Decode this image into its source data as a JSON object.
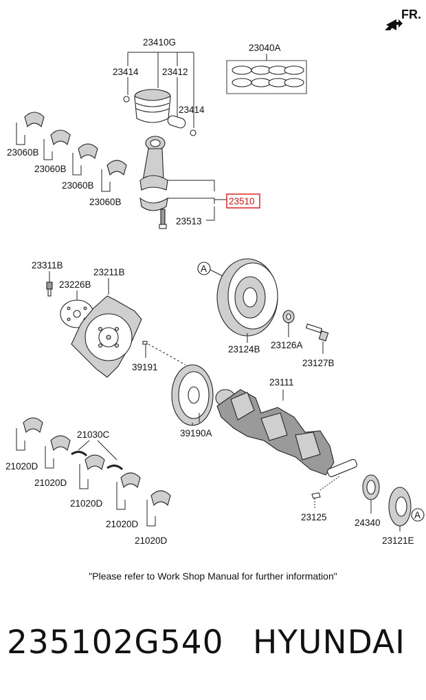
{
  "direction": "FR.",
  "callout": "A",
  "highlight_color": "#e02020",
  "labels": {
    "p23410G": "23410G",
    "p23414a": "23414",
    "p23412": "23412",
    "p23414b": "23414",
    "p23040A": "23040A",
    "p23060B1": "23060B",
    "p23060B2": "23060B",
    "p23060B3": "23060B",
    "p23060B4": "23060B",
    "p23510": "23510",
    "p23513": "23513",
    "p23311B": "23311B",
    "p23211B": "23211B",
    "p23226B": "23226B",
    "p23124B": "23124B",
    "p23126A": "23126A",
    "p23127B": "23127B",
    "p39191": "39191",
    "p23111": "23111",
    "p39190A": "39190A",
    "p21030C": "21030C",
    "p21020D1": "21020D",
    "p21020D2": "21020D",
    "p21020D3": "21020D",
    "p21020D4": "21020D",
    "p21020D5": "21020D",
    "p23125": "23125",
    "p24340": "24340",
    "p23121E": "23121E"
  },
  "note": "\"Please refer to Work Shop Manual for further information\"",
  "part_number": "235102G540",
  "brand": "HYUNDAI"
}
